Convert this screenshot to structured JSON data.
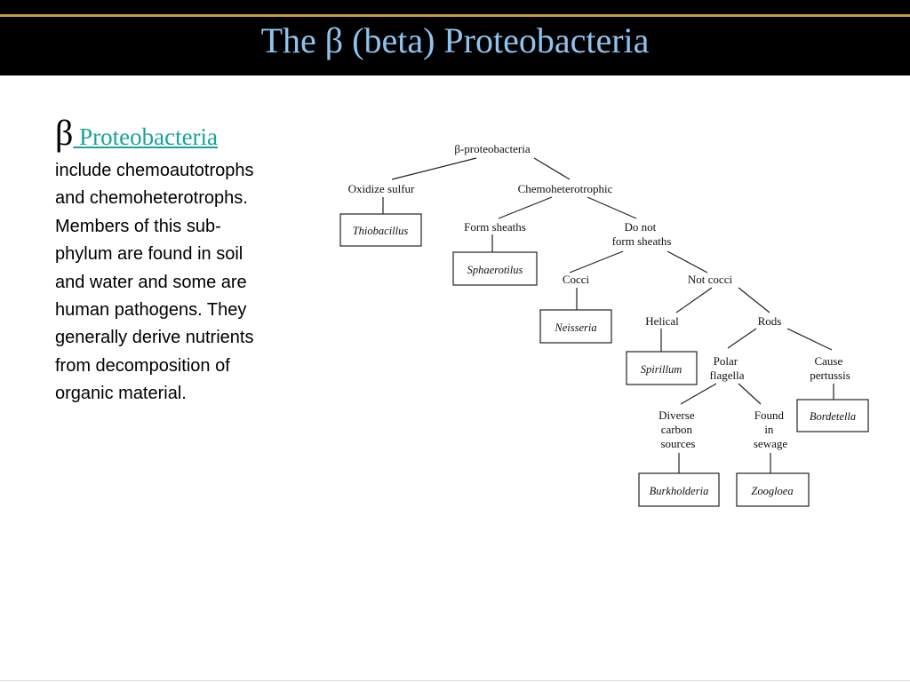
{
  "slide": {
    "title": "The β (beta) Proteobacteria",
    "accent_color": "#c79a3c",
    "title_color": "#8fc3ee",
    "link_color": "#1aa29c"
  },
  "content": {
    "beta_symbol": "β",
    "link_text": " Proteobacteria",
    "body_lines": [
      "include chemoautotrophs",
      "and chemoheterotrophs.",
      "Members of this sub-",
      "phylum are found in soil",
      "and water and some are",
      "human pathogens. They",
      "generally derive nutrients",
      "from decomposition of",
      "organic material."
    ]
  },
  "diagram": {
    "root": "β-proteobacteria",
    "oxidize_sulfur": "Oxidize sulfur",
    "chemoheterotrophic": "Chemoheterotrophic",
    "form_sheaths": "Form sheaths",
    "do_not_form_sheaths": [
      "Do not",
      "form sheaths"
    ],
    "cocci": "Cocci",
    "not_cocci": "Not cocci",
    "helical": "Helical",
    "rods": "Rods",
    "polar_flagella": [
      "Polar",
      "flagella"
    ],
    "cause_pertussis": [
      "Cause",
      "pertussis"
    ],
    "diverse_carbon_sources": [
      "Diverse",
      "carbon",
      "sources"
    ],
    "found_in_sewage": [
      "Found",
      "in",
      "sewage"
    ],
    "genera": {
      "thiobacillus": "Thiobacillus",
      "sphaerotilus": "Sphaerotilus",
      "neisseria": "Neisseria",
      "spirillum": "Spirillum",
      "bordetella": "Bordetella",
      "burkholderia": "Burkholderia",
      "zoogloea": "Zoogloea"
    }
  }
}
